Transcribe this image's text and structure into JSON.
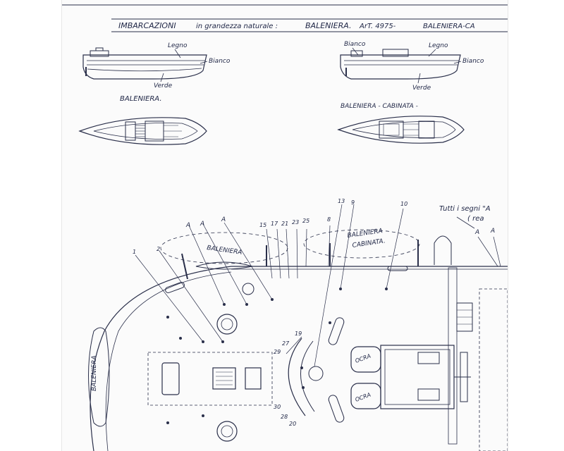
{
  "header": {
    "title_prefix": "IMBARCAZIONI",
    "title_middle": "in grandezza naturale :",
    "title_item": "BALENIERA.",
    "article": "ArT. 4975-",
    "title_tail": "BALENIERA-CA"
  },
  "boat_left": {
    "label_wood": "Legno",
    "label_white": "Bianco",
    "label_green": "Verde",
    "name": "BALENIERA."
  },
  "boat_right": {
    "label_white": "Bianco",
    "label_wood": "Legno",
    "label_white2": "Bianco",
    "label_green": "Verde",
    "name": "BALENIERA - CABINATA -"
  },
  "deck": {
    "note_line1": "Tutti i segni \"A",
    "note_line2": "( rea",
    "label_baleniera": "BALENIERA",
    "label_cabinata_line1": "BALENIERA",
    "label_cabinata_line2": "CABINATA.",
    "side_label": "BALENIERA",
    "ocra_1": "OCRA",
    "ocra_2": "OCRA",
    "marks_A": [
      "A",
      "A",
      "A",
      "A",
      "A"
    ],
    "callouts_top": [
      "15",
      "17",
      "21",
      "23",
      "25",
      "8",
      "13",
      "9",
      "10"
    ],
    "callouts_left": [
      "1",
      "2"
    ],
    "callouts_mid": [
      "19",
      "27",
      "29",
      "30",
      "28",
      "20"
    ]
  }
}
